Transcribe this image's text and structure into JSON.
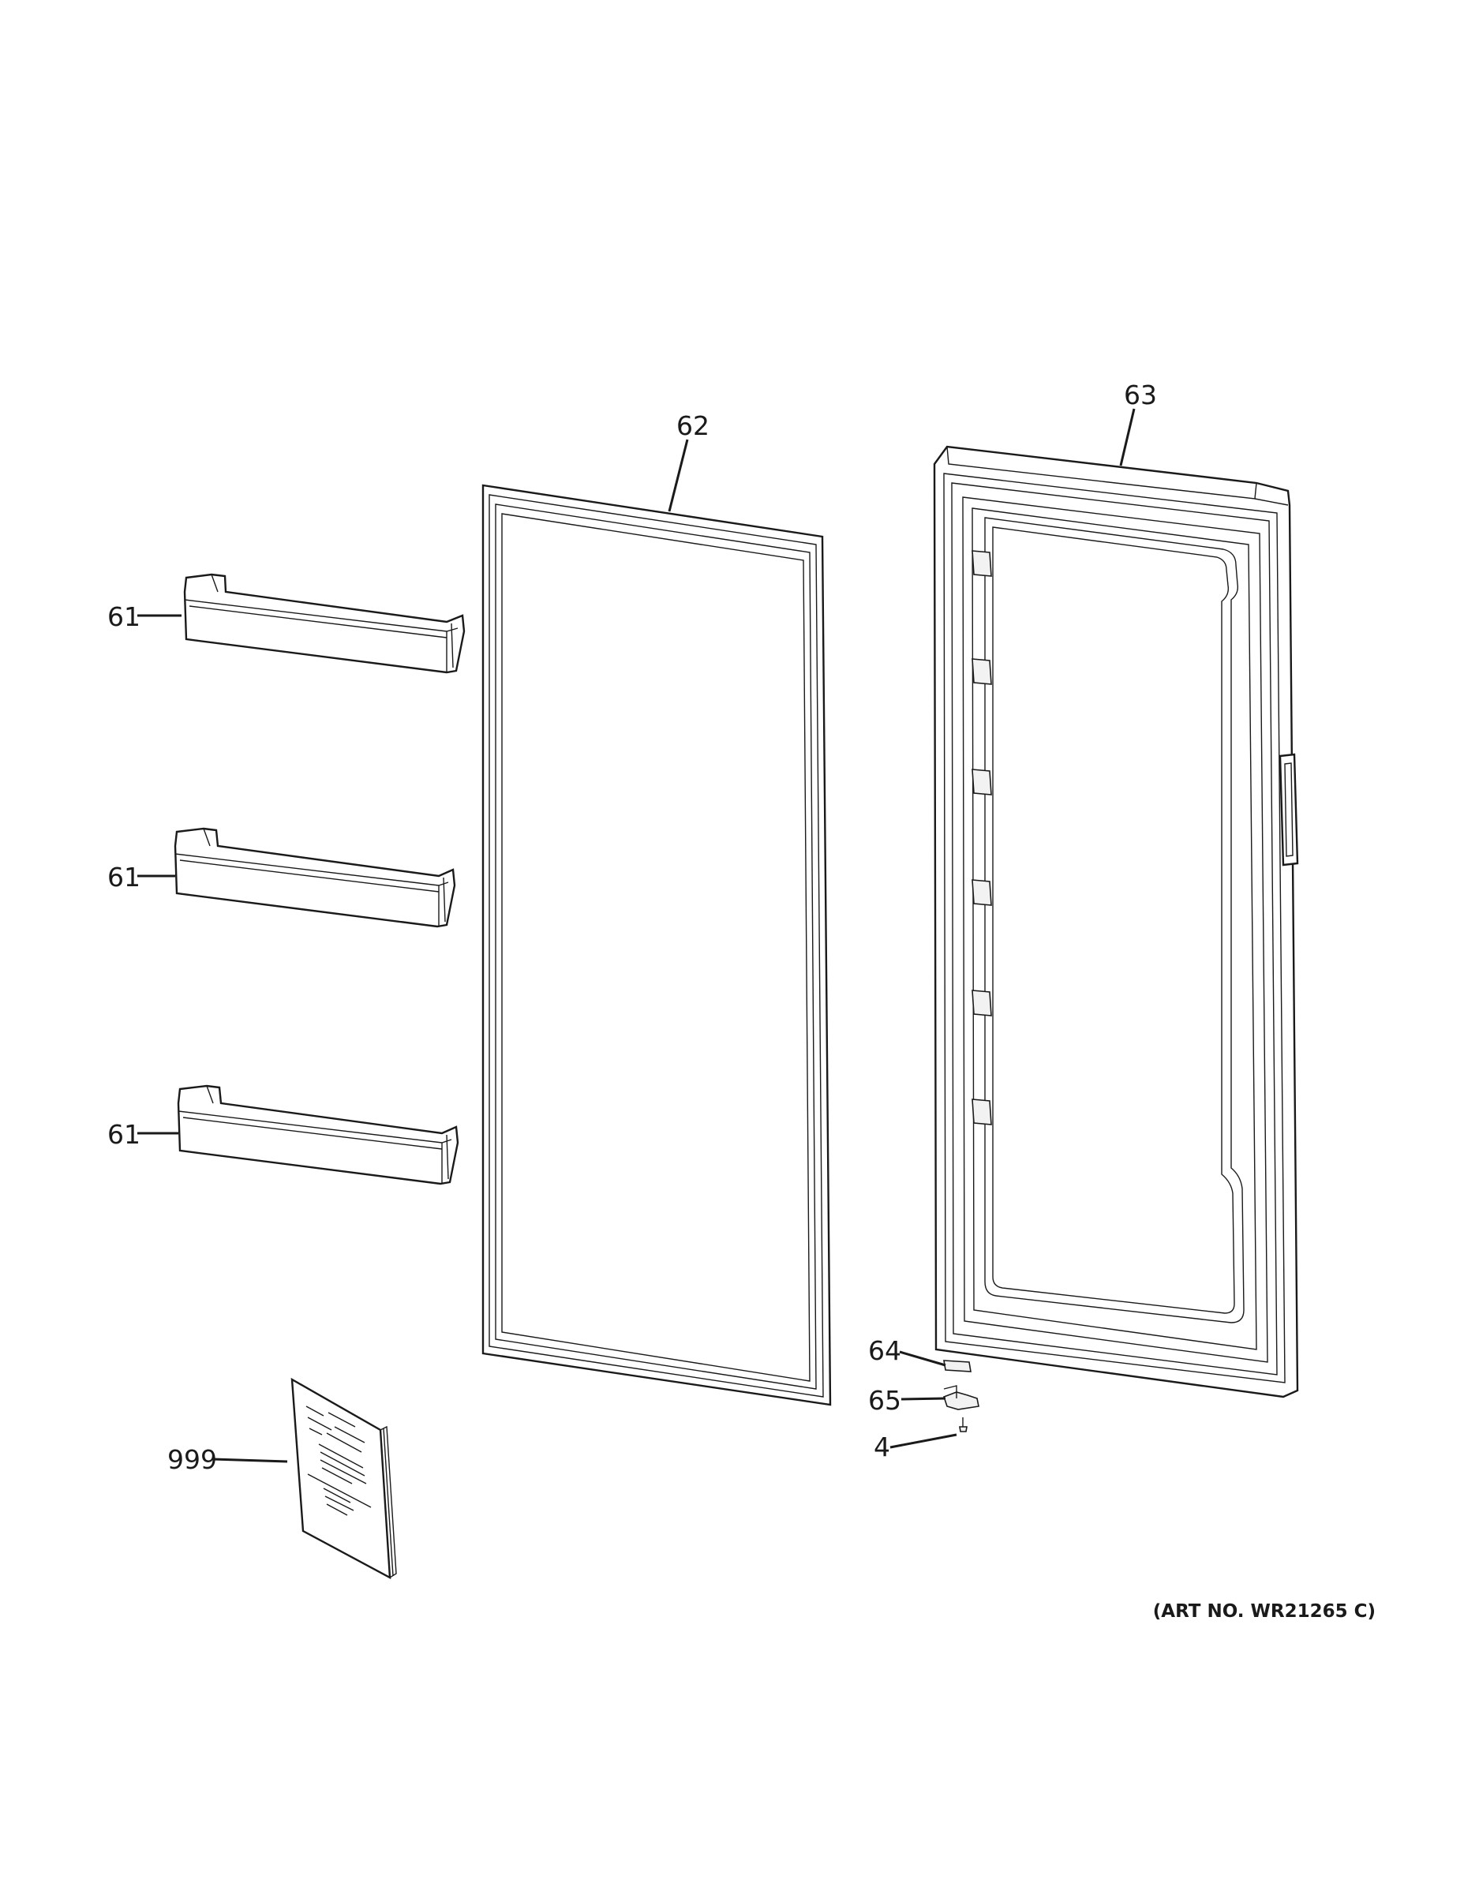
{
  "diagram": {
    "callouts": {
      "bin_top": "61",
      "bin_middle": "61",
      "bin_bottom": "61",
      "gasket": "62",
      "door": "63",
      "hinge_pin": "64",
      "hinge_bracket": "65",
      "screw": "4",
      "manual": "999"
    },
    "art_number": "(ART NO. WR21265 C)"
  },
  "colors": {
    "line": "#1a1a1a",
    "background": "#ffffff"
  }
}
